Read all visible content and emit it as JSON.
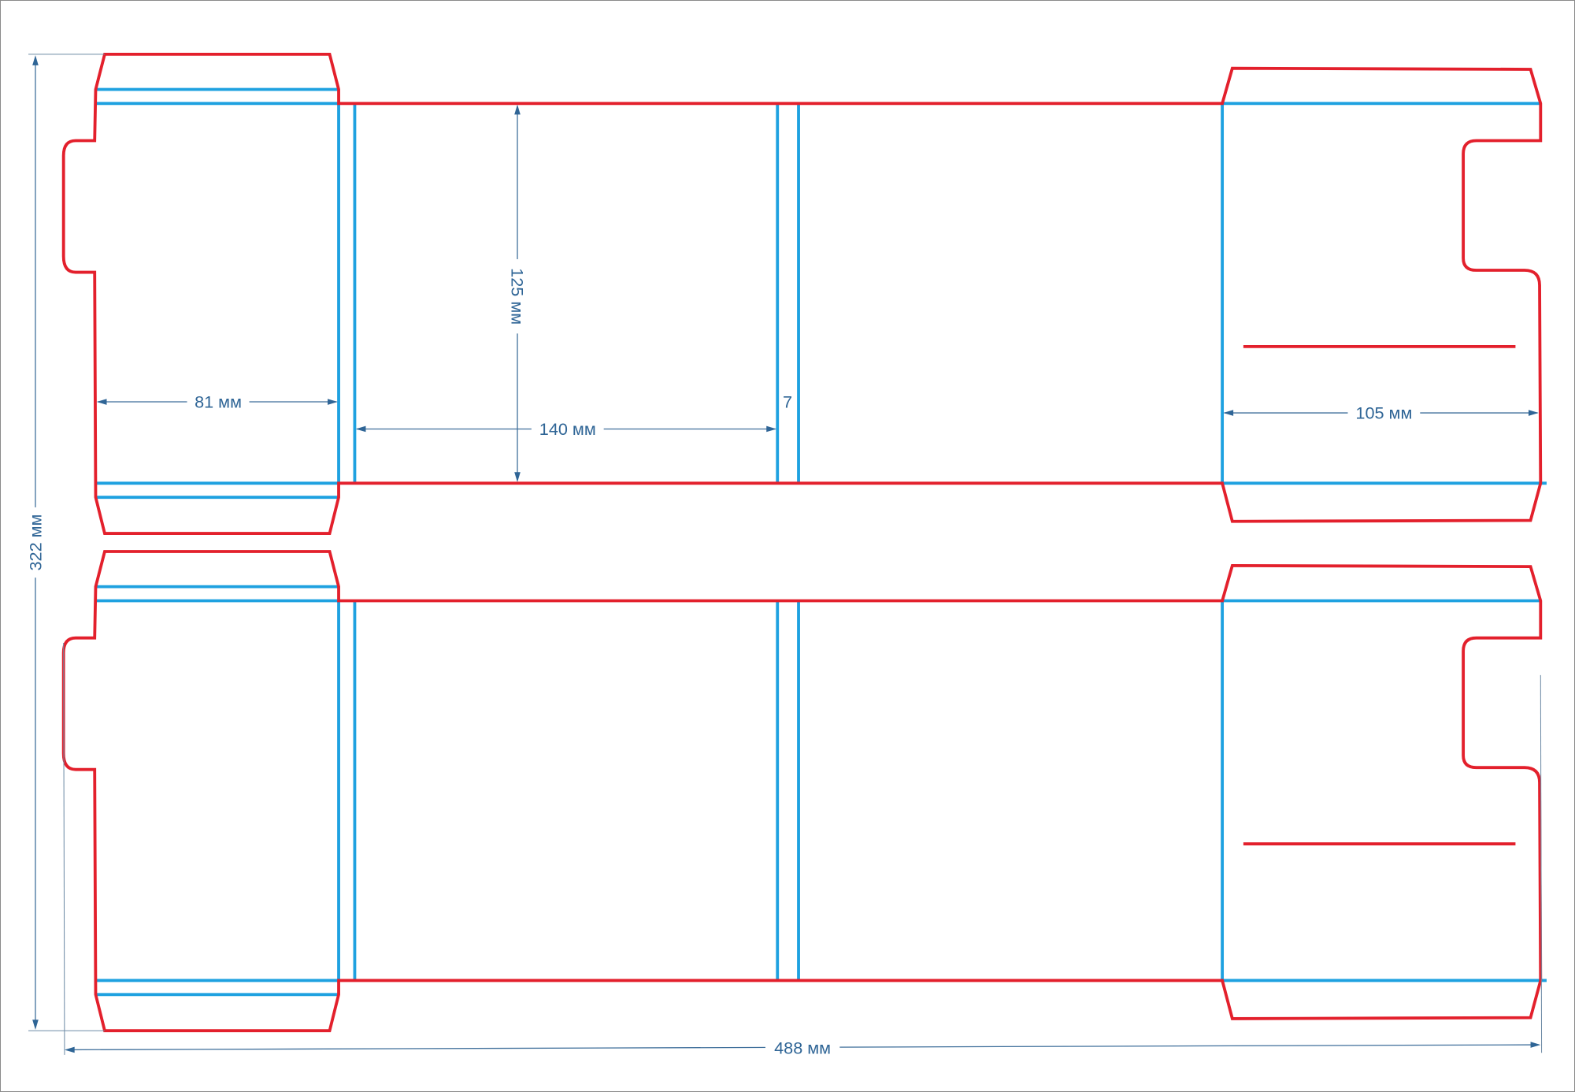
{
  "title": "Box die-cut template",
  "colors": {
    "cut_line": "#e3202c",
    "crease_line": "#1ea1e0",
    "dimension": "#2f6596"
  },
  "dimensions": {
    "overall_height": "322 мм",
    "overall_width": "488 мм",
    "side_flap_width": "81 мм",
    "front_panel_width": "140 мм",
    "panel_height": "125 мм",
    "glue_gap": "7",
    "end_flap_width": "105 мм"
  }
}
